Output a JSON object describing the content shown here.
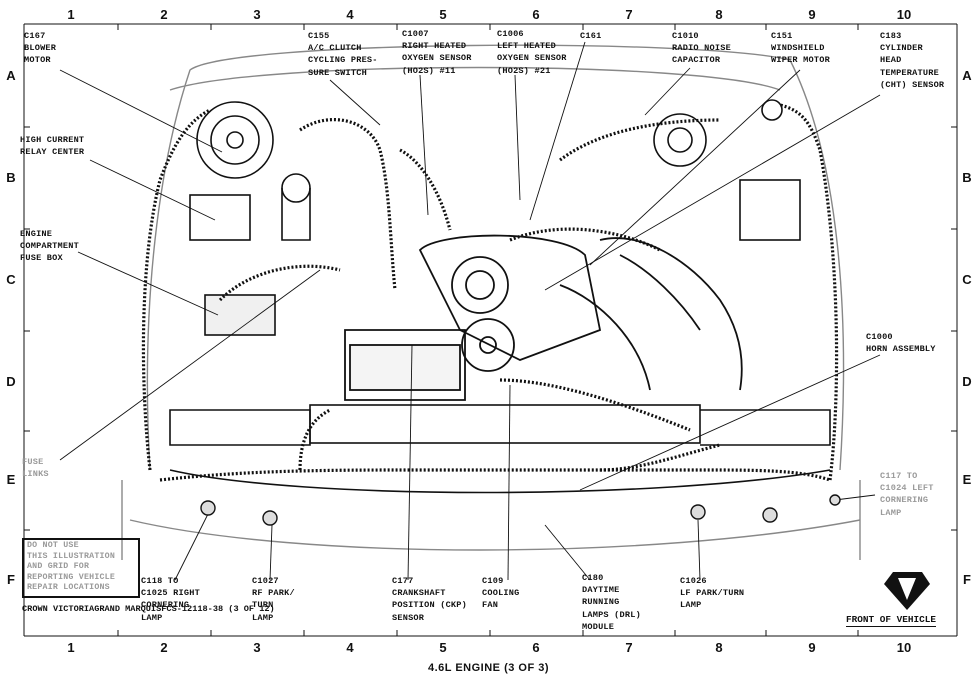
{
  "grid": {
    "columns": [
      "1",
      "2",
      "3",
      "4",
      "5",
      "6",
      "7",
      "8",
      "9",
      "10"
    ],
    "rows": [
      "A",
      "B",
      "C",
      "D",
      "E",
      "F"
    ]
  },
  "callouts": {
    "c167": [
      "C167",
      "BLOWER",
      "MOTOR"
    ],
    "high_current_relay": [
      "HIGH CURRENT",
      "RELAY CENTER"
    ],
    "engine_fuse_box": [
      "ENGINE",
      "COMPARTMENT",
      "FUSE BOX"
    ],
    "fuse_links": [
      "FUSE",
      "LINKS"
    ],
    "c155": [
      "C155",
      "A/C CLUTCH",
      "CYCLING PRES-",
      "SURE SWITCH"
    ],
    "c1007": [
      "C1007",
      "RIGHT HEATED",
      "OXYGEN SENSOR",
      "(HO2S) #11"
    ],
    "c1006": [
      "C1006",
      "LEFT HEATED",
      "OXYGEN SENSOR",
      "(HO2S) #21"
    ],
    "c161": [
      "C161"
    ],
    "c1010": [
      "C1010",
      "RADIO NOISE",
      "CAPACITOR"
    ],
    "c151": [
      "C151",
      "WINDSHIELD",
      "WIPER MOTOR"
    ],
    "c183": [
      "C183",
      "CYLINDER",
      "HEAD",
      "TEMPERATURE",
      "(CHT) SENSOR"
    ],
    "c1000": [
      "C1000",
      "HORN ASSEMBLY"
    ],
    "c117": [
      "C117 TO",
      "C1024 LEFT",
      "CORNERING",
      "LAMP"
    ],
    "c118": [
      "C118 TO",
      "C1025 RIGHT",
      "CORNERING",
      "LAMP"
    ],
    "c1027": [
      "C1027",
      "RF PARK/",
      "TURN",
      "LAMP"
    ],
    "c177": [
      "C177",
      "CRANKSHAFT",
      "POSITION (CKP)",
      "SENSOR"
    ],
    "c109": [
      "C109",
      "COOLING",
      "FAN"
    ],
    "c180": [
      "C180",
      "DAYTIME",
      "RUNNING",
      "LAMPS (DRL)",
      "MODULE"
    ],
    "c1026": [
      "C1026",
      "LF PARK/TURN",
      "LAMP"
    ]
  },
  "warning_box": [
    "DO NOT USE",
    "THIS ILLUSTRATION",
    "AND GRID FOR",
    "REPORTING VEHICLE",
    "REPAIR LOCATIONS"
  ],
  "document_id": [
    "CROWN VICTORIA",
    "GRAND MARQUIS",
    "FCS-12118-38 (3 OF 12)"
  ],
  "front_of_vehicle": "FRONT OF VEHICLE",
  "caption": "4.6L ENGINE (3 OF 3)"
}
